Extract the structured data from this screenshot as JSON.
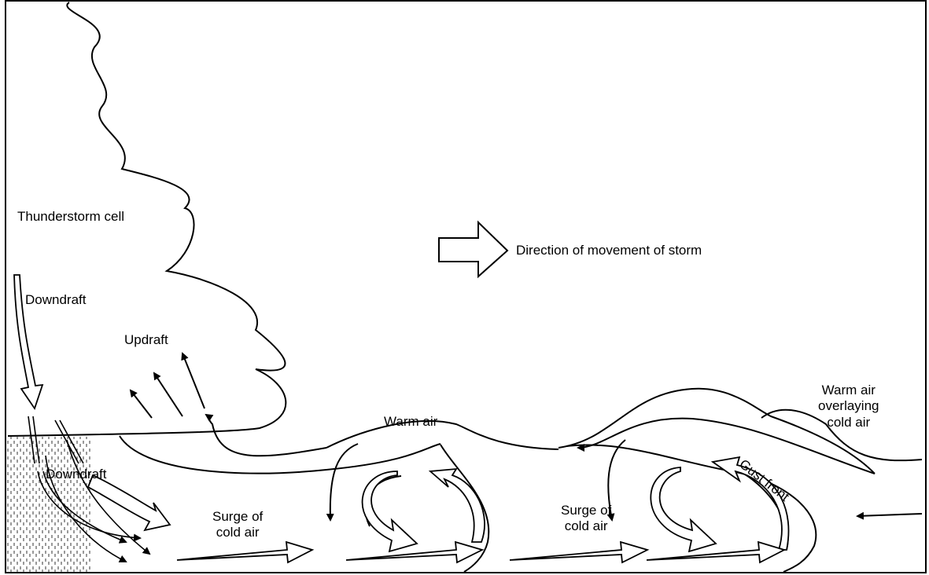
{
  "labels": {
    "thunderstorm_cell": "Thunderstorm cell",
    "downdraft_top": "Downdraft",
    "updraft": "Updraft",
    "direction": "Direction of movement of storm",
    "warm_air": "Warm air",
    "warm_air_overlaying_line1": "Warm air",
    "warm_air_overlaying_line2": "overlaying",
    "warm_air_overlaying_line3": "cold air",
    "downdraft_bottom": "Downdraft",
    "surge_left_line1": "Surge of",
    "surge_left_line2": "cold air",
    "surge_right_line1": "Surge of",
    "surge_right_line2": "cold air",
    "gust_front": "Gust front"
  },
  "colors": {
    "stroke": "#000000",
    "background": "#ffffff"
  }
}
